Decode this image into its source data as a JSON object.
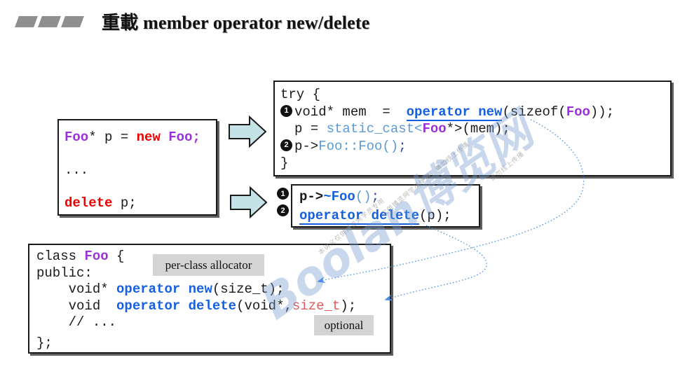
{
  "title": {
    "text": "重載 member operator new/delete",
    "icon": "parallelogram-bullet-bars"
  },
  "usage_box": {
    "lines": [
      {
        "tokens": [
          {
            "t": "Foo",
            "s": "pu"
          },
          {
            "t": "* p = ",
            "s": "p"
          },
          {
            "t": "new",
            "s": "rd"
          },
          {
            "t": " ",
            "s": "p"
          },
          {
            "t": "Foo;",
            "s": "pu"
          }
        ]
      },
      {
        "tokens": [
          {
            "t": "...",
            "s": "p"
          }
        ]
      },
      {
        "tokens": [
          {
            "t": "delete",
            "s": "rd"
          },
          {
            "t": " p;",
            "s": "p"
          }
        ]
      }
    ]
  },
  "expanded_new_box": {
    "lines": [
      {
        "tokens": [
          {
            "t": "try {",
            "s": "p"
          }
        ]
      },
      {
        "badge": "1",
        "tokens": [
          {
            "t": "void* mem  =  ",
            "s": "p"
          },
          {
            "t": "operator new",
            "s": "kbu"
          },
          {
            "t": "(sizeof(",
            "s": "p"
          },
          {
            "t": "Foo",
            "s": "pu"
          },
          {
            "t": "));",
            "s": "p"
          }
        ]
      },
      {
        "indent": true,
        "tokens": [
          {
            "t": "p = ",
            "s": "p"
          },
          {
            "t": "static_cast<",
            "s": "lb"
          },
          {
            "t": "Foo",
            "s": "pu"
          },
          {
            "t": "*>",
            "s": "p"
          },
          {
            "t": "(mem);",
            "s": "p"
          }
        ]
      },
      {
        "badge": "2",
        "tokens": [
          {
            "t": "p->",
            "s": "p"
          },
          {
            "t": "Foo::Foo()",
            "s": "lb"
          },
          {
            "t": ";",
            "s": "nv"
          }
        ]
      },
      {
        "tokens": [
          {
            "t": "}",
            "s": "p"
          }
        ]
      }
    ]
  },
  "expanded_delete_box": {
    "badges": [
      "1",
      "2"
    ],
    "lines": [
      {
        "tokens": [
          {
            "t": "p->",
            "s": "bb"
          },
          {
            "t": "~Foo",
            "s": "kb"
          },
          {
            "t": "()",
            "s": "lb"
          },
          {
            "t": ";",
            "s": "nv"
          }
        ]
      },
      {
        "tokens": [
          {
            "t": "operator delete",
            "s": "kbu"
          },
          {
            "t": "(p);",
            "s": "p"
          }
        ]
      }
    ]
  },
  "class_box": {
    "lines": [
      {
        "tokens": [
          {
            "t": "class ",
            "s": "p"
          },
          {
            "t": "Foo",
            "s": "pu"
          },
          {
            "t": " {",
            "s": "p"
          }
        ]
      },
      {
        "tokens": [
          {
            "t": "public:",
            "s": "p"
          }
        ]
      },
      {
        "tokens": [
          {
            "t": "    void* ",
            "s": "p"
          },
          {
            "t": "operator new",
            "s": "kb"
          },
          {
            "t": "(size_t);",
            "s": "p"
          }
        ]
      },
      {
        "tokens": [
          {
            "t": "    void  ",
            "s": "p"
          },
          {
            "t": "operator delete",
            "s": "kb"
          },
          {
            "t": "(void*,",
            "s": "p"
          },
          {
            "t": "size_t",
            "s": "rl"
          },
          {
            "t": ");",
            "s": "p"
          }
        ]
      },
      {
        "tokens": [
          {
            "t": "    // ...",
            "s": "p"
          }
        ]
      },
      {
        "gap": true,
        "tokens": [
          {
            "t": "};",
            "s": "p"
          }
        ]
      }
    ],
    "label_allocator": "per-class allocator",
    "label_optional": "optional"
  },
  "watermark": {
    "main": "Boolan博览网",
    "small": [
      "本讲义仅供博览网学员专用",
      "仅供博览网学员使用，请勿线上传播",
      "请勿线上传播"
    ]
  },
  "colors": {
    "keyword_blue": "#1560e0",
    "call_lightblue": "#5b9bd5",
    "type_purple": "#9b30dd",
    "keyword_red": "#ee0000",
    "size_t_red": "#e05a5a",
    "block_arrow_fill": "#c5e3e6",
    "dotted_arrow_blue": "#4a8ce8",
    "label_gray": "#d4d4d4"
  }
}
